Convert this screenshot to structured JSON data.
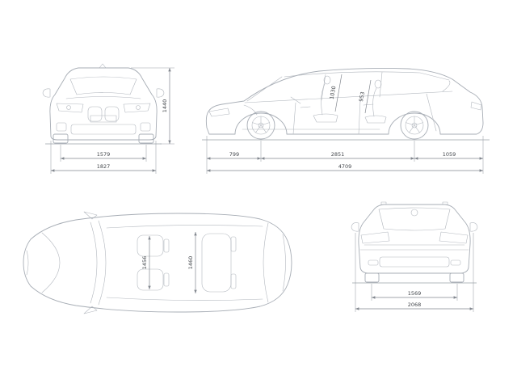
{
  "canvas": {
    "background": "#ffffff"
  },
  "palette": {
    "car_line": "#a7adb5",
    "dim_line": "#82878f",
    "text": "#43474c"
  },
  "views": {
    "front": {
      "dims": {
        "track": "1579",
        "overall_width": "1827",
        "overall_height": "1440"
      }
    },
    "side": {
      "dims": {
        "front_overhang": "799",
        "wheelbase": "2851",
        "rear_overhang": "1059",
        "overall_length": "4709",
        "front_interior_height": "1030",
        "rear_interior_height": "953"
      }
    },
    "top": {
      "dims": {
        "front_interior_width": "1456",
        "rear_interior_width": "1460"
      }
    },
    "rear": {
      "dims": {
        "rear_track": "1569",
        "width_incl_mirrors": "2068"
      }
    }
  }
}
